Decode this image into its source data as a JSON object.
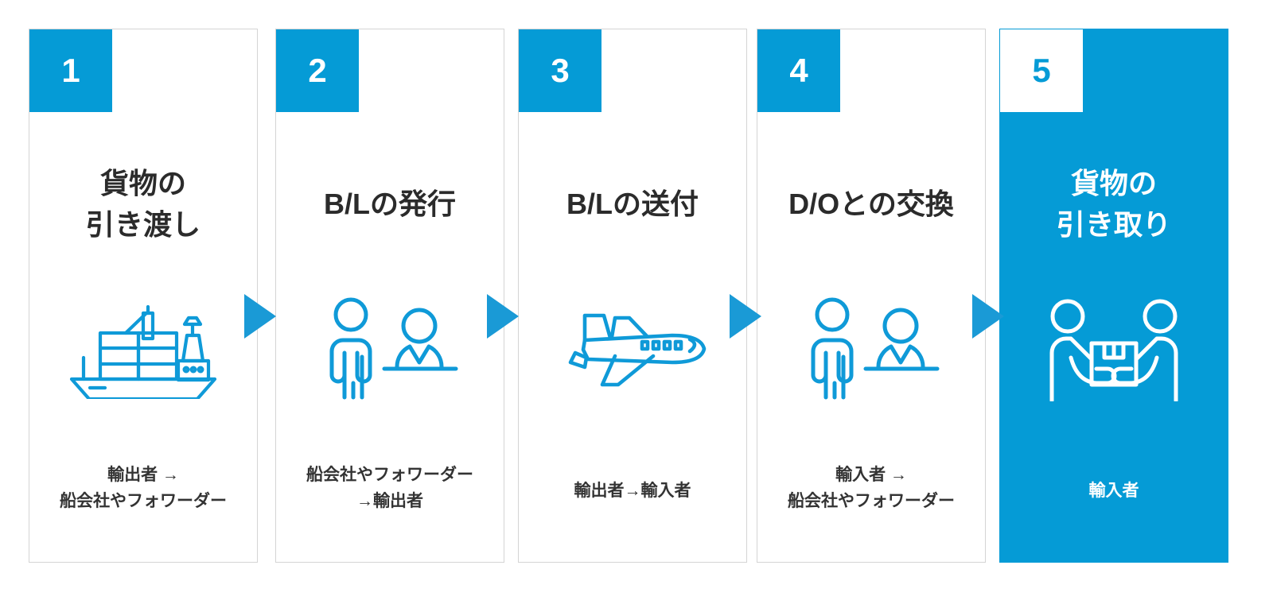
{
  "theme": {
    "accent": "#059bd6",
    "arrow_color": "#1a9ad6",
    "card_border": "#d4d4d4",
    "text_color": "#2b2b2b",
    "caption_color": "#333333",
    "background": "#ffffff"
  },
  "steps": [
    {
      "number": "1",
      "title_lines": [
        "貨物の",
        "引き渡し"
      ],
      "icon": "cargo-ship-icon",
      "caption_lines": [
        "輸出者 →",
        "船会社やフォワーダー"
      ],
      "active": false
    },
    {
      "number": "2",
      "title_lines": [
        "B/Lの発行"
      ],
      "icon": "person-at-counter-icon",
      "caption_lines": [
        "船会社やフォワーダー",
        "→輸出者"
      ],
      "active": false
    },
    {
      "number": "3",
      "title_lines": [
        "B/Lの送付"
      ],
      "icon": "airplane-icon",
      "caption_lines": [
        "輸出者→輸入者"
      ],
      "active": false
    },
    {
      "number": "4",
      "title_lines": [
        "D/Oとの交換"
      ],
      "icon": "person-at-counter-icon",
      "caption_lines": [
        "輸入者 →",
        "船会社やフォワーダー"
      ],
      "active": false
    },
    {
      "number": "5",
      "title_lines": [
        "貨物の",
        "引き取り"
      ],
      "icon": "package-handover-icon",
      "caption_lines": [
        "輸入者"
      ],
      "active": true
    }
  ],
  "arrows": [
    {
      "name": "arrow-step1-to-step2"
    },
    {
      "name": "arrow-step2-to-step3"
    },
    {
      "name": "arrow-step3-to-step4"
    },
    {
      "name": "arrow-step4-to-step5"
    }
  ]
}
